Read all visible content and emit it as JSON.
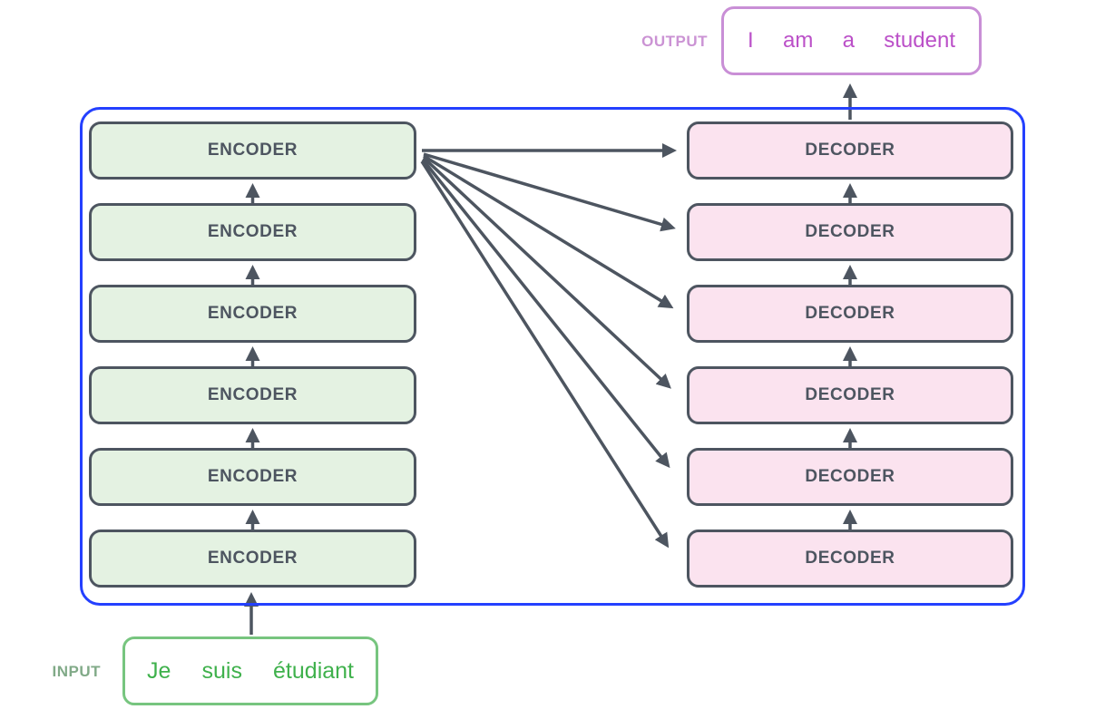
{
  "diagram": {
    "title": "transformer-encoder-decoder-stack",
    "encoder_label": "ENCODER",
    "decoder_label": "DECODER",
    "encoder_count": 6,
    "decoder_count": 6,
    "input": {
      "label": "INPUT",
      "tokens": [
        "Je",
        "suis",
        "étudiant"
      ]
    },
    "output": {
      "label": "OUTPUT",
      "tokens": [
        "I",
        "am",
        "a",
        "student"
      ]
    }
  },
  "colors": {
    "frame_border": "#2440ff",
    "box_border": "#4d5560",
    "box_text": "#4d5560",
    "encoder_fill": "#e4f2e2",
    "decoder_fill": "#fbe3ef",
    "arrow": "#4d5560",
    "input_border": "#77c57f",
    "input_text": "#3fb14c",
    "input_label": "#81aa88",
    "output_border": "#c98fd6",
    "output_text": "#bb50c8",
    "output_label": "#cb93d4",
    "background": "#ffffff"
  }
}
